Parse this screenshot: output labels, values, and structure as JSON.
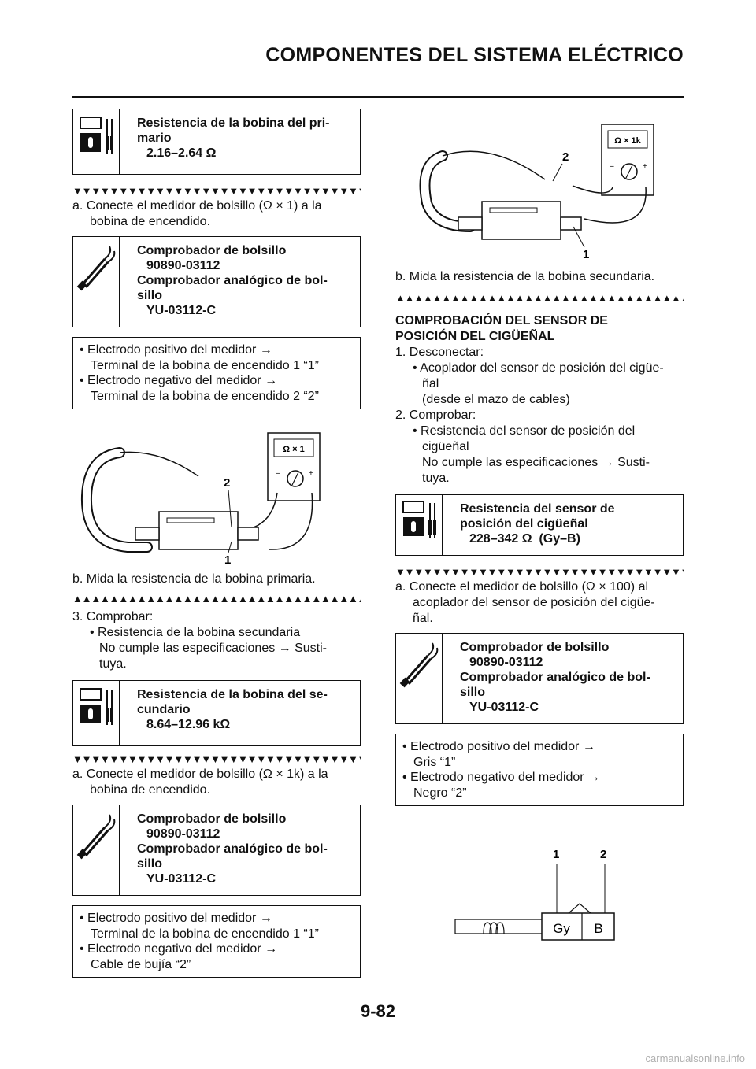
{
  "header": {
    "title": "COMPONENTES DEL SISTEMA ELÉCTRICO"
  },
  "left": {
    "spec1": {
      "title": "Resistencia de la bobina del pri-\nmario",
      "value": "2.16–2.64 Ω"
    },
    "triangles_down": "▼▼▼▼▼▼▼▼▼▼▼▼▼▼▼▼▼▼▼▼▼▼▼▼▼▼▼▼▼▼▼▼▼",
    "step_a1": "a.  Conecte el medidor de bolsillo (Ω × 1) a la",
    "step_a1_cont": "bobina de encendido.",
    "tool1": {
      "name1": "Comprobador de bolsillo",
      "code1": "90890-03112",
      "name2": "Comprobador analógico de bol-\nsillo",
      "code2": "YU-03112-C"
    },
    "probes1": [
      "• Electrodo positivo del medidor →",
      "Terminal de la bobina de encendido 1 “1”",
      "• Electrodo negativo del medidor →",
      "Terminal de la bobina de encendido 2 “2”"
    ],
    "fig1": {
      "meter_label": "Ω × 1",
      "callout_1": "1",
      "callout_2": "2",
      "minus": "–",
      "plus": "+"
    },
    "step_b1": "b.  Mida la resistencia de la bobina primaria.",
    "triangles_up": "▲▲▲▲▲▲▲▲▲▲▲▲▲▲▲▲▲▲▲▲▲▲▲▲▲▲▲▲▲▲▲▲▲",
    "check3": [
      "3.  Comprobar:",
      "• Resistencia de la bobina secundaria",
      "No cumple las especificaciones → Susti-",
      "tuya."
    ],
    "spec2": {
      "title": "Resistencia de la bobina del se-\ncundario",
      "value": "8.64–12.96 kΩ"
    },
    "step_a2": "a.  Conecte el medidor de bolsillo (Ω × 1k) a la",
    "step_a2_cont": "bobina de encendido.",
    "tool2": {
      "name1": "Comprobador de bolsillo",
      "code1": "90890-03112",
      "name2": "Comprobador analógico de bol-\nsillo",
      "code2": "YU-03112-C"
    },
    "probes2": [
      "• Electrodo positivo del medidor →",
      "Terminal de la bobina de encendido 1 “1”",
      "• Electrodo negativo del medidor →",
      "Cable de bujía “2”"
    ]
  },
  "right": {
    "fig2": {
      "meter_label": "Ω × 1k",
      "callout_1": "1",
      "callout_2": "2",
      "minus": "–",
      "plus": "+"
    },
    "step_b2": "b.  Mida la resistencia de la bobina secundaria.",
    "triangles_up": "▲▲▲▲▲▲▲▲▲▲▲▲▲▲▲▲▲▲▲▲▲▲▲▲▲▲▲▲▲▲▲▲▲",
    "heading": [
      "COMPROBACIÓN DEL SENSOR DE",
      "POSICIÓN DEL CIGÜEÑAL"
    ],
    "steps": [
      "1.  Desconectar:",
      "• Acoplador del sensor de posición del cigüe-",
      "ñal",
      "(desde el mazo de cables)",
      "2.  Comprobar:",
      "• Resistencia del sensor de posición del",
      "cigüeñal",
      "No cumple las especificaciones → Susti-",
      "tuya."
    ],
    "spec3": {
      "title": "Resistencia del sensor de\nposición del cigüeñal",
      "value": "228–342 Ω  (Gy–B)"
    },
    "triangles_down": "▼▼▼▼▼▼▼▼▼▼▼▼▼▼▼▼▼▼▼▼▼▼▼▼▼▼▼▼▼▼▼▼▼",
    "step_a3": "a.  Conecte el medidor de bolsillo (Ω × 100) al",
    "step_a3_cont": "acoplador del sensor de posición del cigüe-",
    "step_a3_cont2": "ñal.",
    "tool3": {
      "name1": "Comprobador de bolsillo",
      "code1": "90890-03112",
      "name2": "Comprobador analógico de bol-\nsillo",
      "code2": "YU-03112-C"
    },
    "probes3": [
      "• Electrodo positivo del medidor →",
      "Gris “1”",
      "• Electrodo negativo del medidor →",
      "Negro “2”"
    ],
    "fig3": {
      "callout_1": "1",
      "callout_2": "2",
      "pin1": "Gy",
      "pin2": "B"
    }
  },
  "footer": {
    "page_number": "9-82"
  },
  "watermark": "carmanualsonline.info"
}
